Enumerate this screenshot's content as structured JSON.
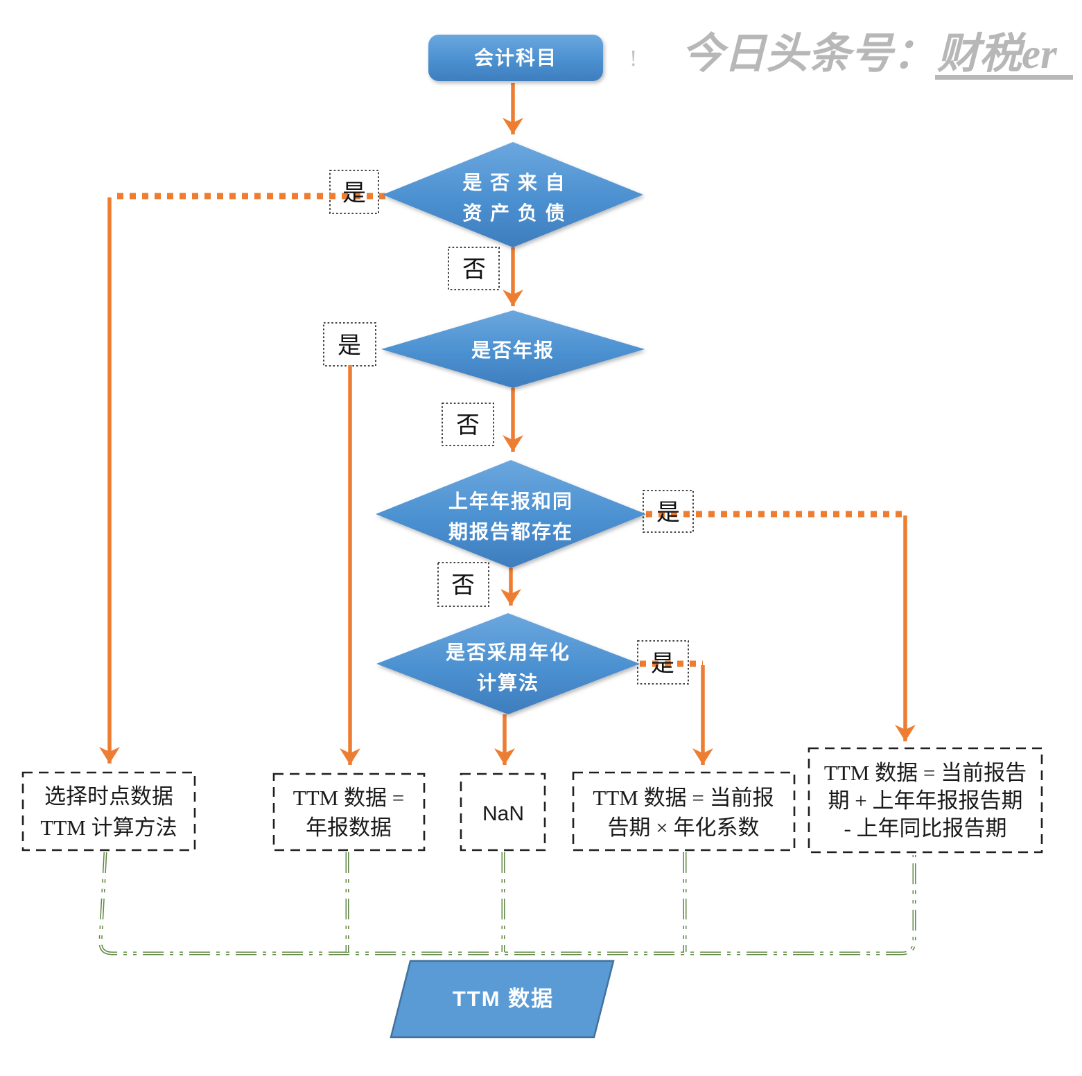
{
  "watermark": {
    "prefix": "今日头条号：",
    "account": "财税er",
    "stray_mark": "!"
  },
  "labels": {
    "yes": "是",
    "no": "否"
  },
  "nodes": {
    "start": {
      "label": "会计科目"
    },
    "decision1": {
      "line1": "是 否 来 自",
      "line2": "资 产 负 债"
    },
    "decision2": {
      "label": "是否年报"
    },
    "decision3": {
      "line1": "上年年报和同",
      "line2": "期报告都存在"
    },
    "decision4": {
      "line1": "是否采用年化",
      "line2": "计算法"
    },
    "result1": {
      "line1": "选择时点数据",
      "line2": "TTM 计算方法"
    },
    "result2": {
      "line1": "TTM 数据 =",
      "line2": "年报数据"
    },
    "result3": {
      "label": "NaN"
    },
    "result4": {
      "line1": "TTM 数据 = 当前报",
      "line2": "告期 × 年化系数"
    },
    "result5": {
      "line1": "TTM 数据 = 当前报告",
      "line2": "期 + 上年年报报告期",
      "line3": "- 上年同比报告期"
    },
    "end": {
      "label": "TTM 数据"
    }
  },
  "colors": {
    "shape_blue": "#5B9BD5",
    "shape_blue_dark": "#3E7DBE",
    "arrow_orange": "#ED7D31",
    "connector_green": "#5D8741",
    "watermark_gray": "#B7B7B7"
  }
}
